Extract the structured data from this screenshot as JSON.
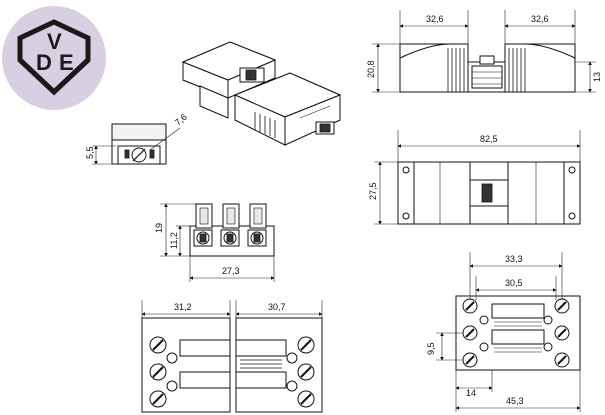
{
  "logo": {
    "letters": [
      "D",
      "V",
      "E"
    ],
    "background_color": "#d9cfe3",
    "mark_color": "#1a1a1a"
  },
  "dimensions": {
    "top_left_width": "32,6",
    "top_right_width": "32,6",
    "side_height": "20,8",
    "side_height_right": "13",
    "overall_length": "82,5",
    "overall_width": "27,5",
    "small_height": "5,5",
    "small_angle": "7,6",
    "front_height": "19",
    "front_inner_height": "11,2",
    "front_width": "27,3",
    "bottom_left_width": "31,2",
    "bottom_right_width": "30,7",
    "plan_outer": "33,3",
    "plan_inner": "30,5",
    "plan_pitch": "9,5",
    "plan_offset": "14",
    "plan_total": "45,3"
  }
}
